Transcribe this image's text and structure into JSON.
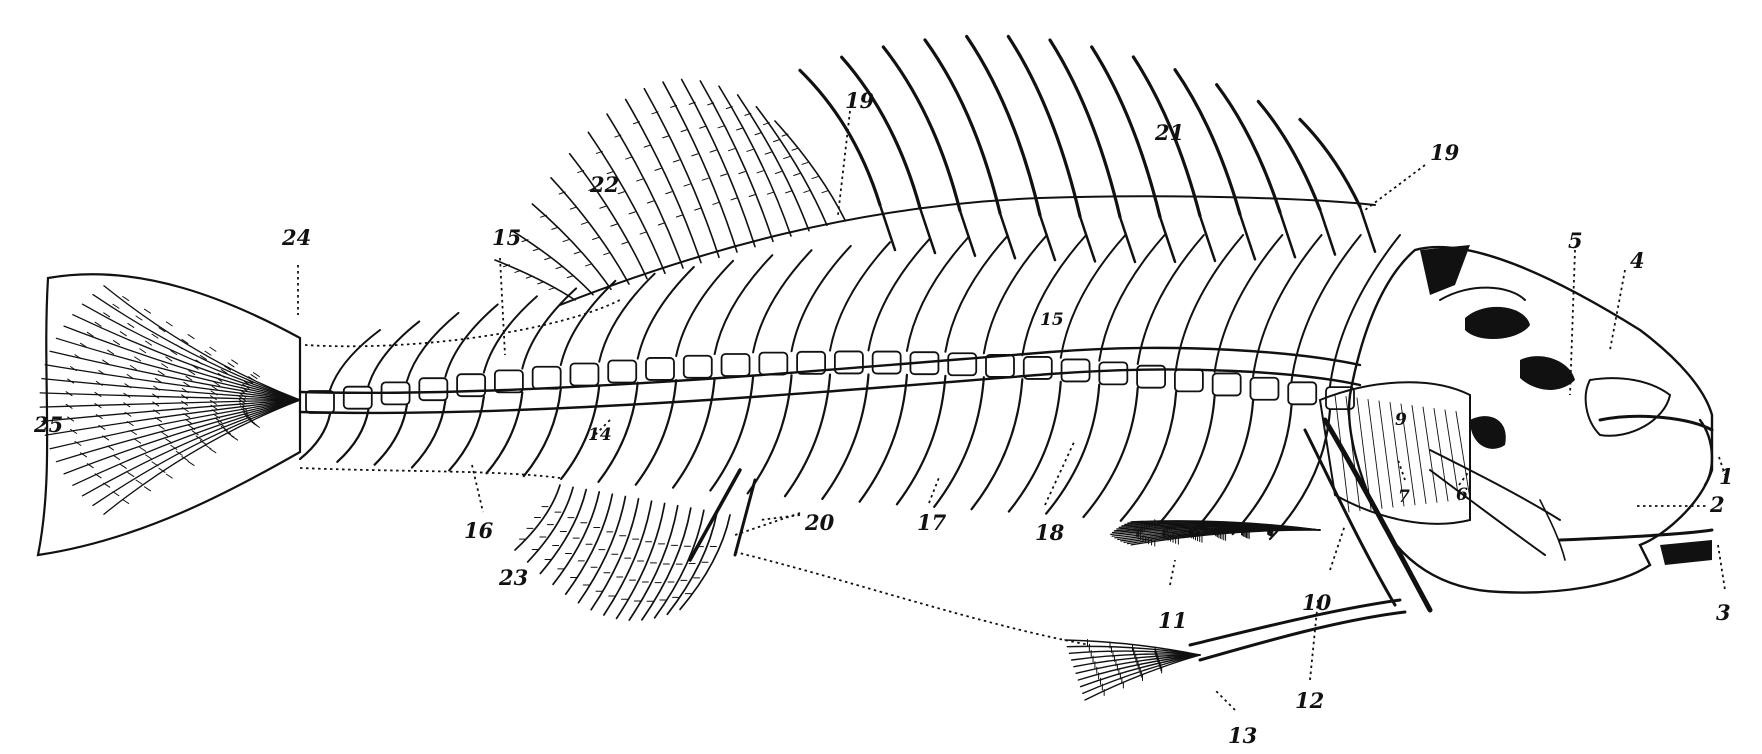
{
  "figure": {
    "subject": "skeleton of a perch-like bony fish, right side, head facing right",
    "background": "#ffffff",
    "ink": "#111111"
  },
  "labels": [
    {
      "id": "1",
      "text": "1"
    },
    {
      "id": "2",
      "text": "2"
    },
    {
      "id": "3",
      "text": "3"
    },
    {
      "id": "4",
      "text": "4"
    },
    {
      "id": "5",
      "text": "5"
    },
    {
      "id": "6",
      "text": "6"
    },
    {
      "id": "7",
      "text": "7"
    },
    {
      "id": "9",
      "text": "9"
    },
    {
      "id": "10",
      "text": "10"
    },
    {
      "id": "11",
      "text": "11"
    },
    {
      "id": "12",
      "text": "12"
    },
    {
      "id": "13",
      "text": "13"
    },
    {
      "id": "14",
      "text": "14"
    },
    {
      "id": "15",
      "text": "15"
    },
    {
      "id": "15b",
      "text": "15"
    },
    {
      "id": "16",
      "text": "16"
    },
    {
      "id": "17",
      "text": "17"
    },
    {
      "id": "18",
      "text": "18"
    },
    {
      "id": "19a",
      "text": "19"
    },
    {
      "id": "19b",
      "text": "19"
    },
    {
      "id": "20",
      "text": "20"
    },
    {
      "id": "21",
      "text": "21"
    },
    {
      "id": "22",
      "text": "22"
    },
    {
      "id": "23",
      "text": "23"
    },
    {
      "id": "24",
      "text": "24"
    },
    {
      "id": "25",
      "text": "25"
    }
  ]
}
